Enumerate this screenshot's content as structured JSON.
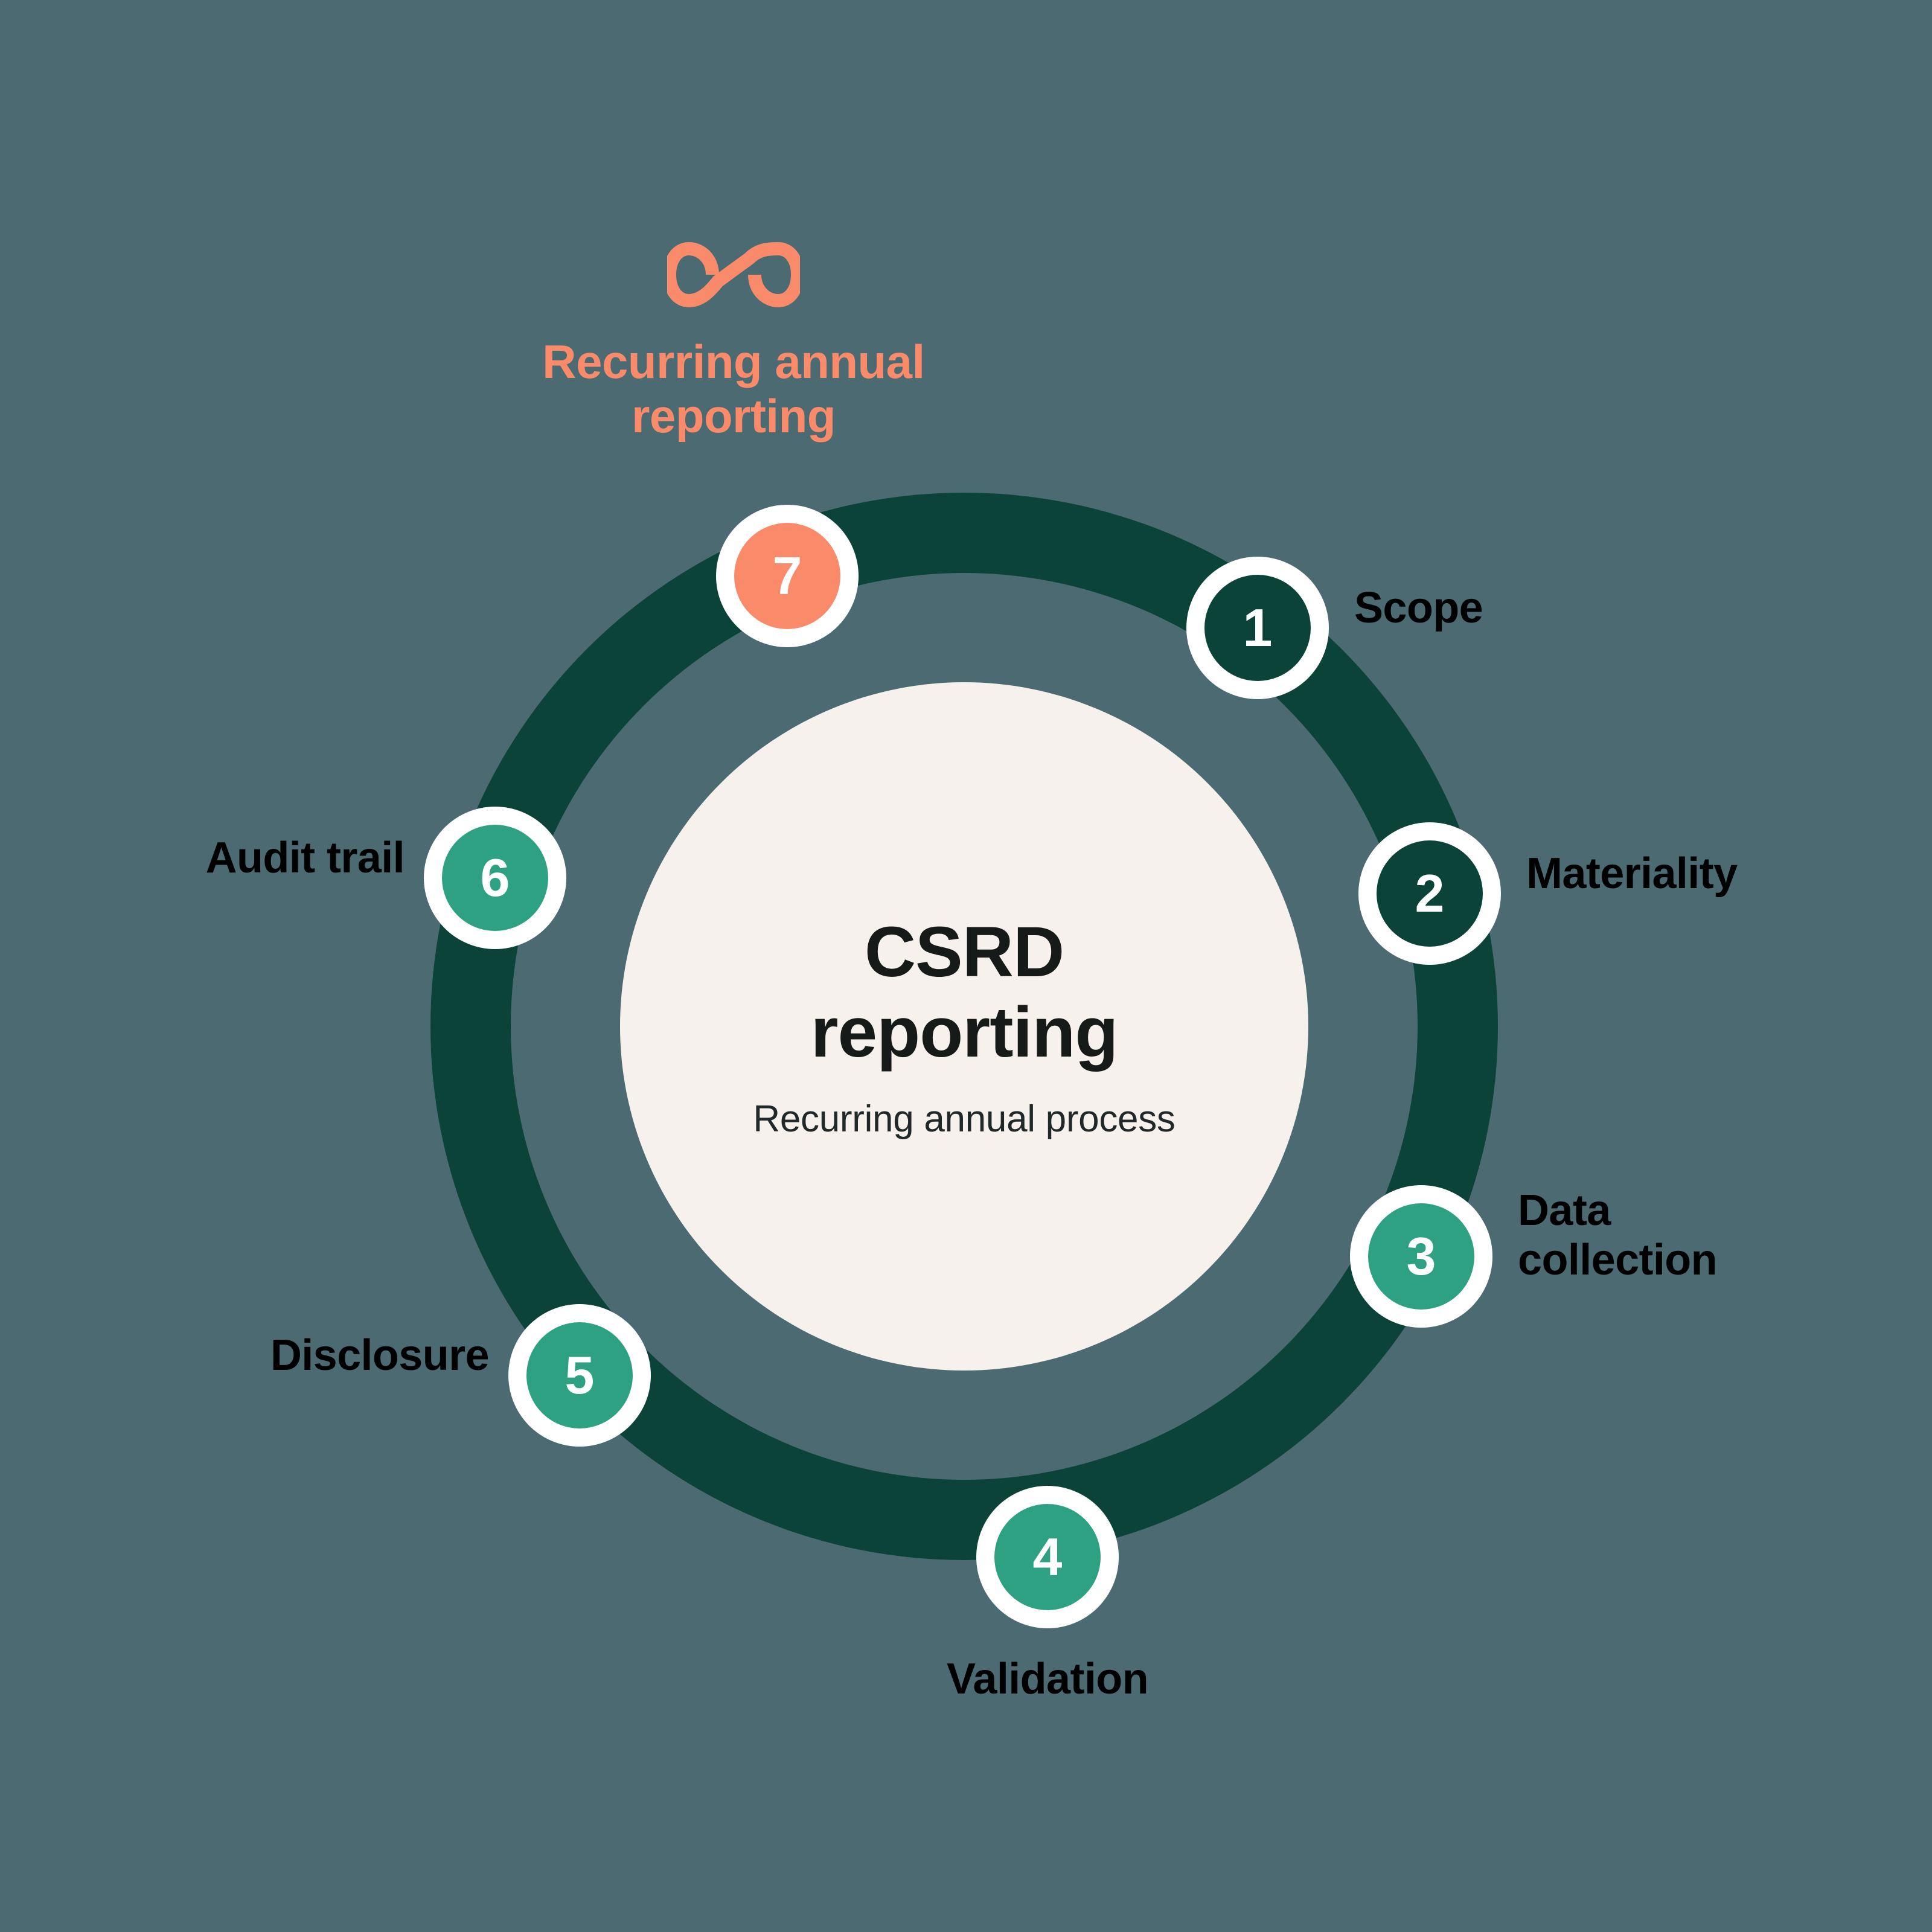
{
  "background_color": "#4c6a72",
  "palette": {
    "ring": "#0b4338",
    "core": "#f6f1ec",
    "teal": "#2fa183",
    "coral": "#fa8b6a",
    "dark_green": "#0b4338",
    "node_ring": "#ffffff",
    "label_text": "#000000"
  },
  "banner": {
    "icon": "infinity-icon",
    "icon_color": "#fa8b6a",
    "text": "Recurring annual\nreporting"
  },
  "center": {
    "title": "CSRD\nreporting",
    "subtitle": "Recurring annual process"
  },
  "chart_data": {
    "type": "diagram",
    "subtype": "circular-process-cycle",
    "title": "CSRD reporting",
    "subtitle": "Recurring annual process",
    "step_count": 7,
    "steps": [
      {
        "number": "1",
        "label": "Scope",
        "color": "#0b4338",
        "label_position": "right",
        "angle_deg": -30
      },
      {
        "number": "2",
        "label": "Materiality",
        "color": "#0b4338",
        "label_position": "right",
        "angle_deg": -2
      },
      {
        "number": "3",
        "label": "Data\ncollection",
        "color": "#2fa183",
        "label_position": "right",
        "angle_deg": 22
      },
      {
        "number": "4",
        "label": "Validation",
        "color": "#2fa183",
        "label_position": "bottom",
        "angle_deg": 62
      },
      {
        "number": "5",
        "label": "Disclosure",
        "color": "#2fa183",
        "label_position": "left",
        "angle_deg": 145
      },
      {
        "number": "6",
        "label": "Audit trail",
        "color": "#2fa183",
        "label_position": "left",
        "angle_deg": 170
      },
      {
        "number": "7",
        "label": "",
        "color": "#fa8b6a",
        "label_position": "top",
        "angle_deg": -107
      }
    ]
  },
  "nodes": {
    "n1": {
      "number": "1",
      "label": "Scope"
    },
    "n2": {
      "number": "2",
      "label": "Materiality"
    },
    "n3": {
      "number": "3",
      "label": "Data\ncollection"
    },
    "n4": {
      "number": "4",
      "label": "Validation"
    },
    "n5": {
      "number": "5",
      "label": "Disclosure"
    },
    "n6": {
      "number": "6",
      "label": "Audit trail"
    },
    "n7": {
      "number": "7",
      "label": ""
    }
  }
}
